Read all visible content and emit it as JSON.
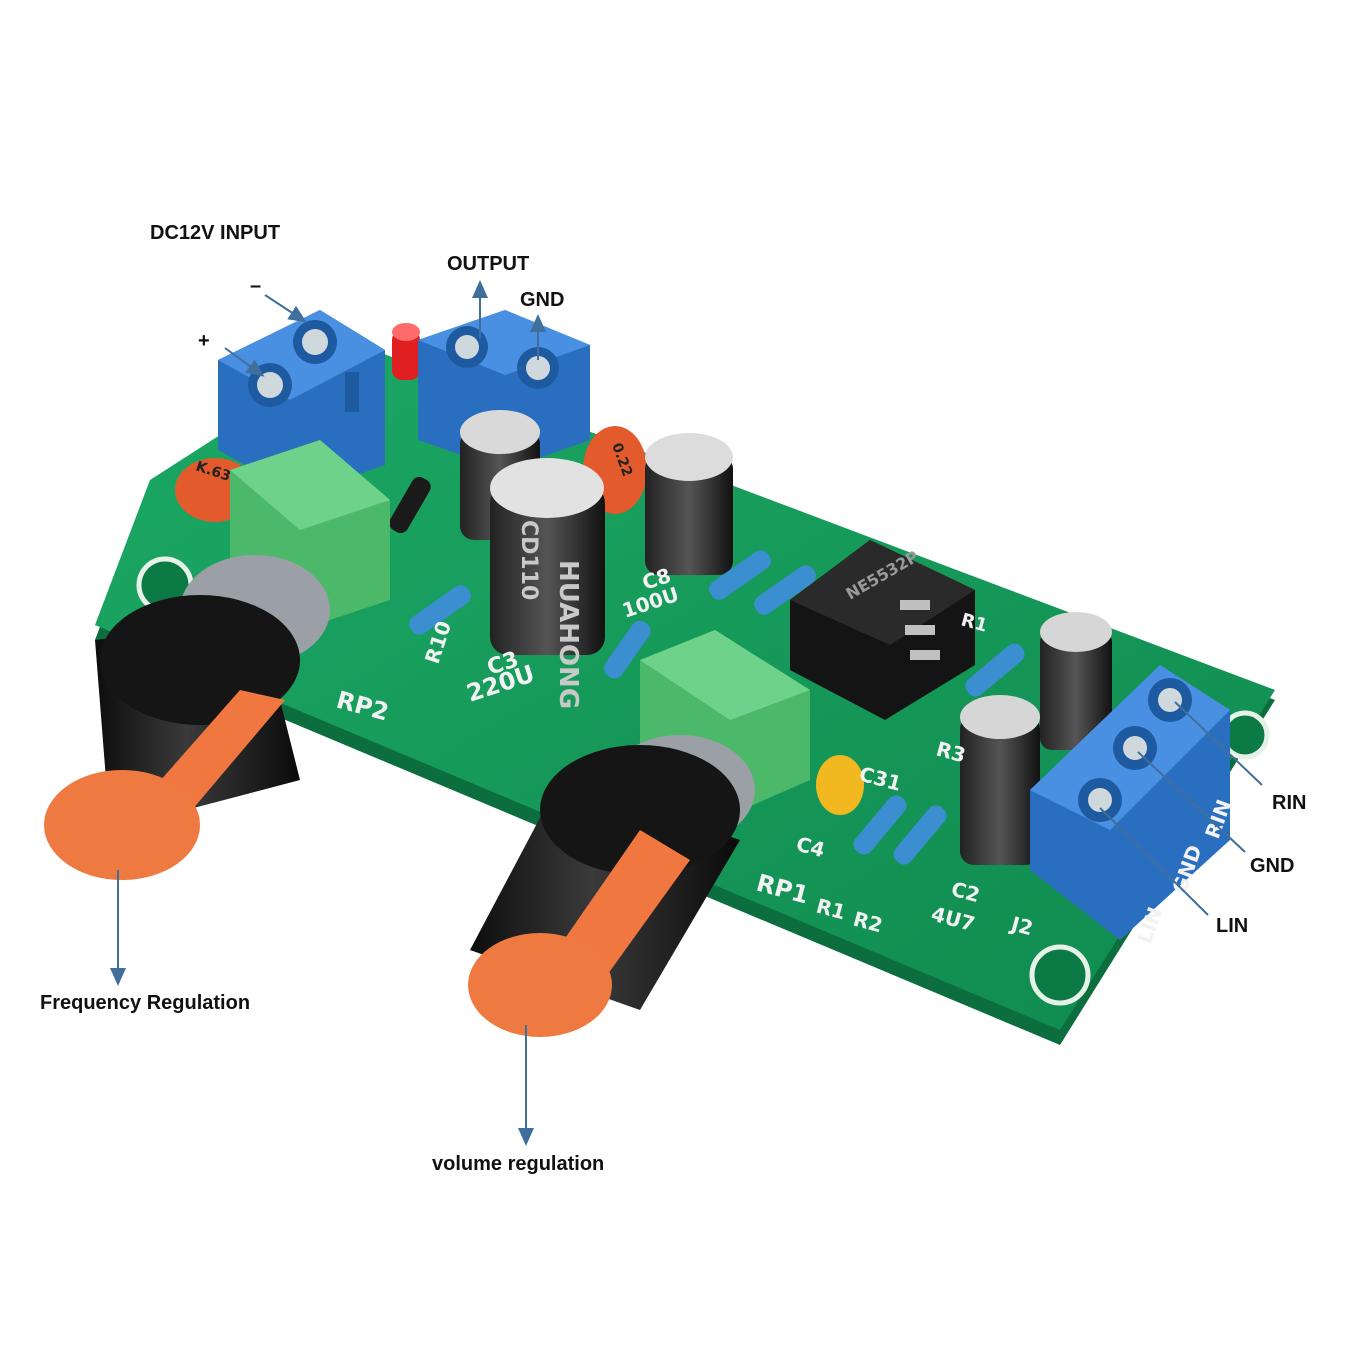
{
  "labels": {
    "dc_input": "DC12V INPUT",
    "minus": "–",
    "plus": "+",
    "output": "OUTPUT",
    "gnd_top": "GND",
    "rin": "RIN",
    "gnd_right": "GND",
    "lin": "LIN",
    "frequency": "Frequency Regulation",
    "volume": "volume regulation"
  },
  "silkscreen": {
    "rp2": "RP2",
    "rp1": "RP1",
    "c3": "C3",
    "c3_value": "220U",
    "c8": "C8",
    "c8_value": "100U",
    "r10": "R10",
    "r3": "R3",
    "c4": "C4",
    "c31": "C31",
    "r1": "R1",
    "r2": "R2",
    "c2": "C2",
    "c2_value": "4U7",
    "j2": "J2",
    "j2_lin": "LIN",
    "j2_gnd": "GND",
    "j2_rin": "RIN",
    "r81": "R1",
    "chip": "NE5532P",
    "cap_brand": "HUAHONG",
    "cap_series": "CD110",
    "film_cap_left": "K.63",
    "film_cap_right": "0.22"
  },
  "colors": {
    "pcb": "#16965a",
    "terminal": "#2f7fd6",
    "knob_body": "#1a1a1a",
    "knob_cap": "#f07840",
    "pot_housing": "#4cb86a",
    "arrow": "#3f6f9a",
    "led": "#e02020"
  }
}
